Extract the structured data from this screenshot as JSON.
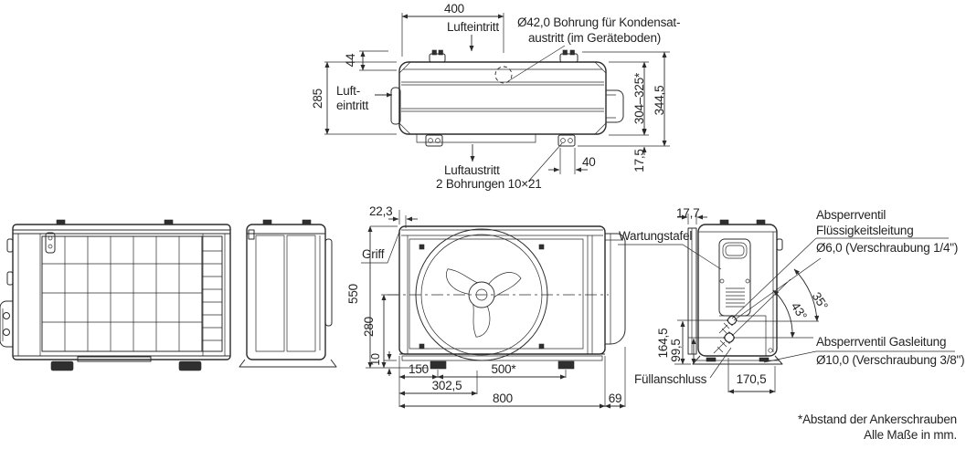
{
  "colors": {
    "line": "#2b2b2b",
    "background": "#ffffff",
    "text": "#242424"
  },
  "top_view": {
    "dim_400": "400",
    "label_air_inlet_top": "Lufteintritt",
    "label_condensate_line1": "Ø42,0 Bohrung für Kondensat-",
    "label_condensate_line2": "austritt (im Geräteboden)",
    "dim_44": "44",
    "dim_285": "285",
    "label_air_inlet_side_line1": "Luft-",
    "label_air_inlet_side_line2": "eintritt",
    "dim_304_325": "304–325*",
    "dim_344_5": "344,5",
    "dim_17_5": "17,5",
    "dim_40": "40",
    "label_air_outlet": "Luftaustritt",
    "label_holes": "2 Bohrungen 10×21"
  },
  "front_view": {
    "dim_22_3": "22,3",
    "label_handle": "Griff",
    "dim_550": "550",
    "dim_280": "280",
    "dim_10": "10",
    "dim_150": "150",
    "dim_500": "500*",
    "dim_302_5": "302,5",
    "dim_800": "800",
    "dim_69": "69"
  },
  "right_view": {
    "dim_17_7": "17,7",
    "label_service_panel": "Wartungstafel",
    "label_liquid_valve_line1": "Absperrventil",
    "label_liquid_valve_line2": "Flüssigkeitsleitung",
    "label_liquid_valve_line3": "Ø6,0 (Verschraubung 1/4\")",
    "angle_35": "35°",
    "angle_43": "43°",
    "label_gas_valve_line1": "Absperrventil Gasleitung",
    "label_gas_valve_line2": "Ø10,0 (Verschraubung 3/8\")",
    "label_fill_port": "Füllanschluss",
    "dim_164_5": "164,5",
    "dim_99_5": "99,5",
    "dim_170_5": "170,5"
  },
  "footer": {
    "footnote": "*Abstand der Ankerschrauben",
    "units_note": "Alle Maße in mm."
  }
}
